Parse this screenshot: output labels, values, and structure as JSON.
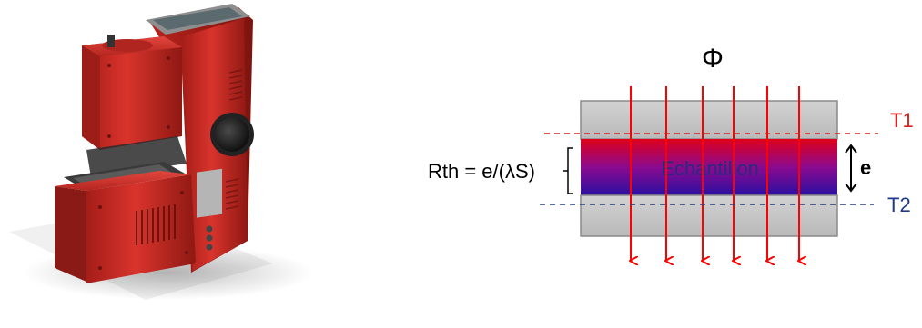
{
  "diagram": {
    "flux_symbol": "Φ",
    "sample_label": "Echantillon",
    "formula": "Rth = e/(λS)",
    "thickness_label": "e",
    "temp_top": "T1",
    "temp_bottom": "T2"
  },
  "colors": {
    "device_red": "#c8302a",
    "arrow_red": "#ff0000",
    "temp_top": "#e02020",
    "temp_bottom": "#1f3a8a",
    "plate_gray": "#c4c4c4",
    "sample_top": "#e0001a",
    "sample_bottom": "#2a10a0"
  },
  "icons": [
    "thermal-conductivity-meter-device",
    "heat-flux-arrow"
  ]
}
